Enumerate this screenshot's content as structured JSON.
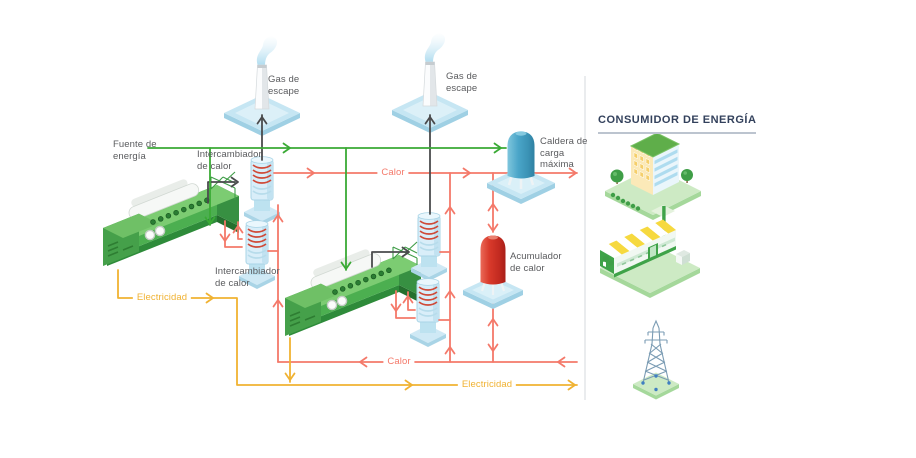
{
  "colors": {
    "green": "#3aaa35",
    "heat": "#f4796a",
    "electricity": "#f0b232",
    "exhaust": "#4a4b4d",
    "label": "#5a5b5e",
    "title": "#33415c",
    "divider": "#dbdfe3"
  },
  "diagram": {
    "source_label": "Fuente de\nenergía",
    "exhaust_label_1": "Gas de\nescape",
    "exhaust_label_2": "Gas de\nescape",
    "heat_exchanger_label_1": "Intercambiador\nde calor",
    "heat_exchanger_label_2": "Intercambiador\nde calor",
    "boiler_label": "Caldera de\ncarga\nmáxima",
    "accumulator_label": "Acumulador\nde calor",
    "heat_flow_label_top": "Calor",
    "heat_flow_label_bottom": "Calor",
    "electricity_label_left": "Electricidad",
    "electricity_label_bottom": "Electricidad",
    "component_icons": [
      "engine-genset-icon",
      "heat-exchanger-icon",
      "exhaust-chimney-icon",
      "peak-load-boiler-icon",
      "heat-accumulator-icon"
    ]
  },
  "consumer_panel": {
    "title": "CONSUMIDOR DE ENERGÍA",
    "item_icons": [
      "apartment-building-icon",
      "factory-icon",
      "power-pylon-icon"
    ]
  }
}
